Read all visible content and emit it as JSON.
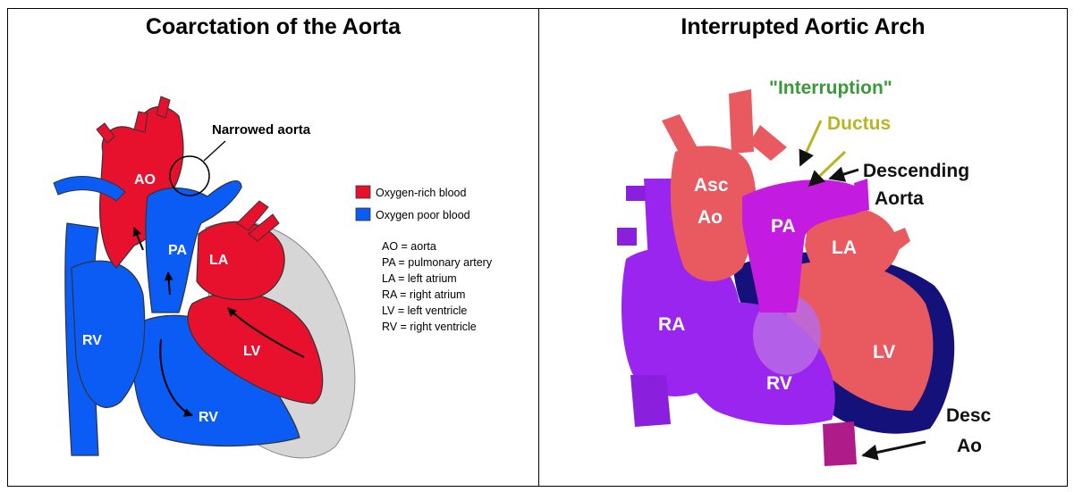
{
  "left_panel": {
    "title": "Coarctation of the Aorta",
    "callout": "Narrowed aorta",
    "chambers": {
      "ao": "AO",
      "pa": "PA",
      "la": "LA",
      "rv_left": "RV",
      "rv_bottom": "RV",
      "lv": "LV"
    },
    "legend": {
      "items": [
        {
          "label": "Oxygen-rich blood",
          "color": "#e8112d"
        },
        {
          "label": "Oxygen poor blood",
          "color": "#0a5cf5"
        }
      ],
      "abbreviations": [
        "AO = aorta",
        "PA = pulmonary artery",
        "LA = left atrium",
        "RA = right atrium",
        "LV = left ventricle",
        "RV = right ventricle"
      ]
    }
  },
  "right_panel": {
    "title": "Interrupted Aortic Arch",
    "labels": {
      "interruption": "\"Interruption\"",
      "ductus": "Ductus",
      "descending_1": "Descending",
      "descending_2": "Aorta",
      "asc_1": "Asc",
      "asc_2": "Ao",
      "pa": "PA",
      "la": "LA",
      "ra": "RA",
      "lv": "LV",
      "rv": "RV",
      "desc_1": "Desc",
      "desc_2": "Ao"
    },
    "label_colors": {
      "interruption": "#3a9a3a",
      "ductus": "#b7b523",
      "descending": "#111111"
    }
  }
}
